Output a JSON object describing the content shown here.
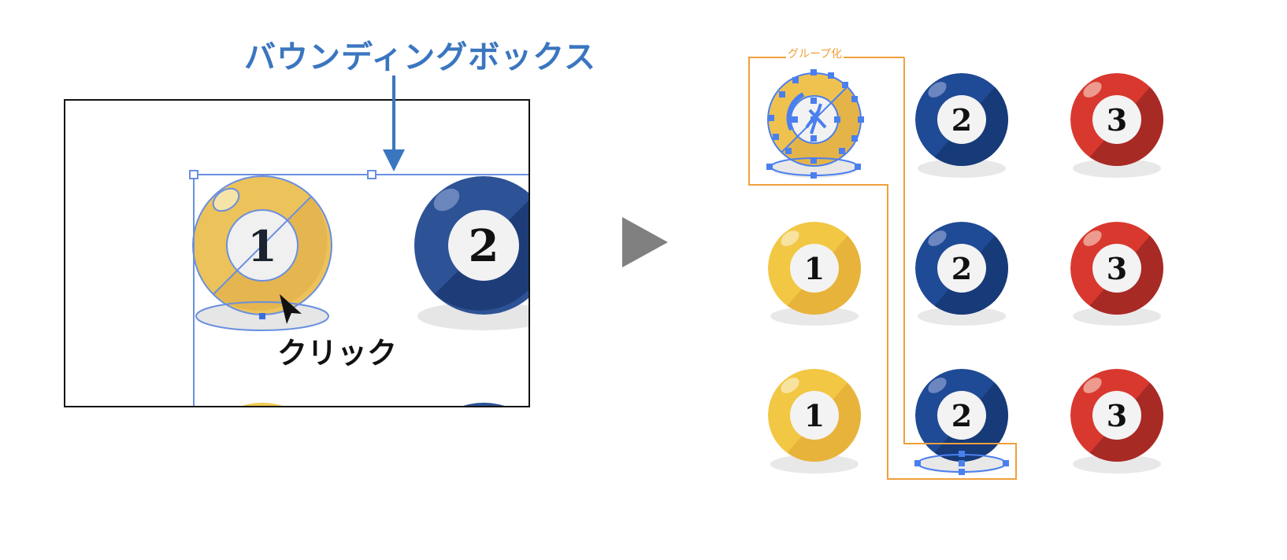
{
  "labels": {
    "bounding_box": "バウンディングボックス",
    "click": "クリック",
    "group": "グループ化"
  },
  "balls": {
    "one": "1",
    "two": "2",
    "three": "3"
  },
  "colors": {
    "yellow": "#f2c744",
    "yellow_dark": "#e8b53a",
    "blue": "#1f4a95",
    "blue_dark": "#173a78",
    "red": "#d9382f",
    "red_dark": "#a82a25",
    "selection": "#4a7fef",
    "group_outline": "#f0a03c",
    "arrow": "#3a76c0"
  },
  "icons": [
    "mouse-cursor-icon",
    "play-arrow-icon",
    "down-arrow-icon"
  ]
}
